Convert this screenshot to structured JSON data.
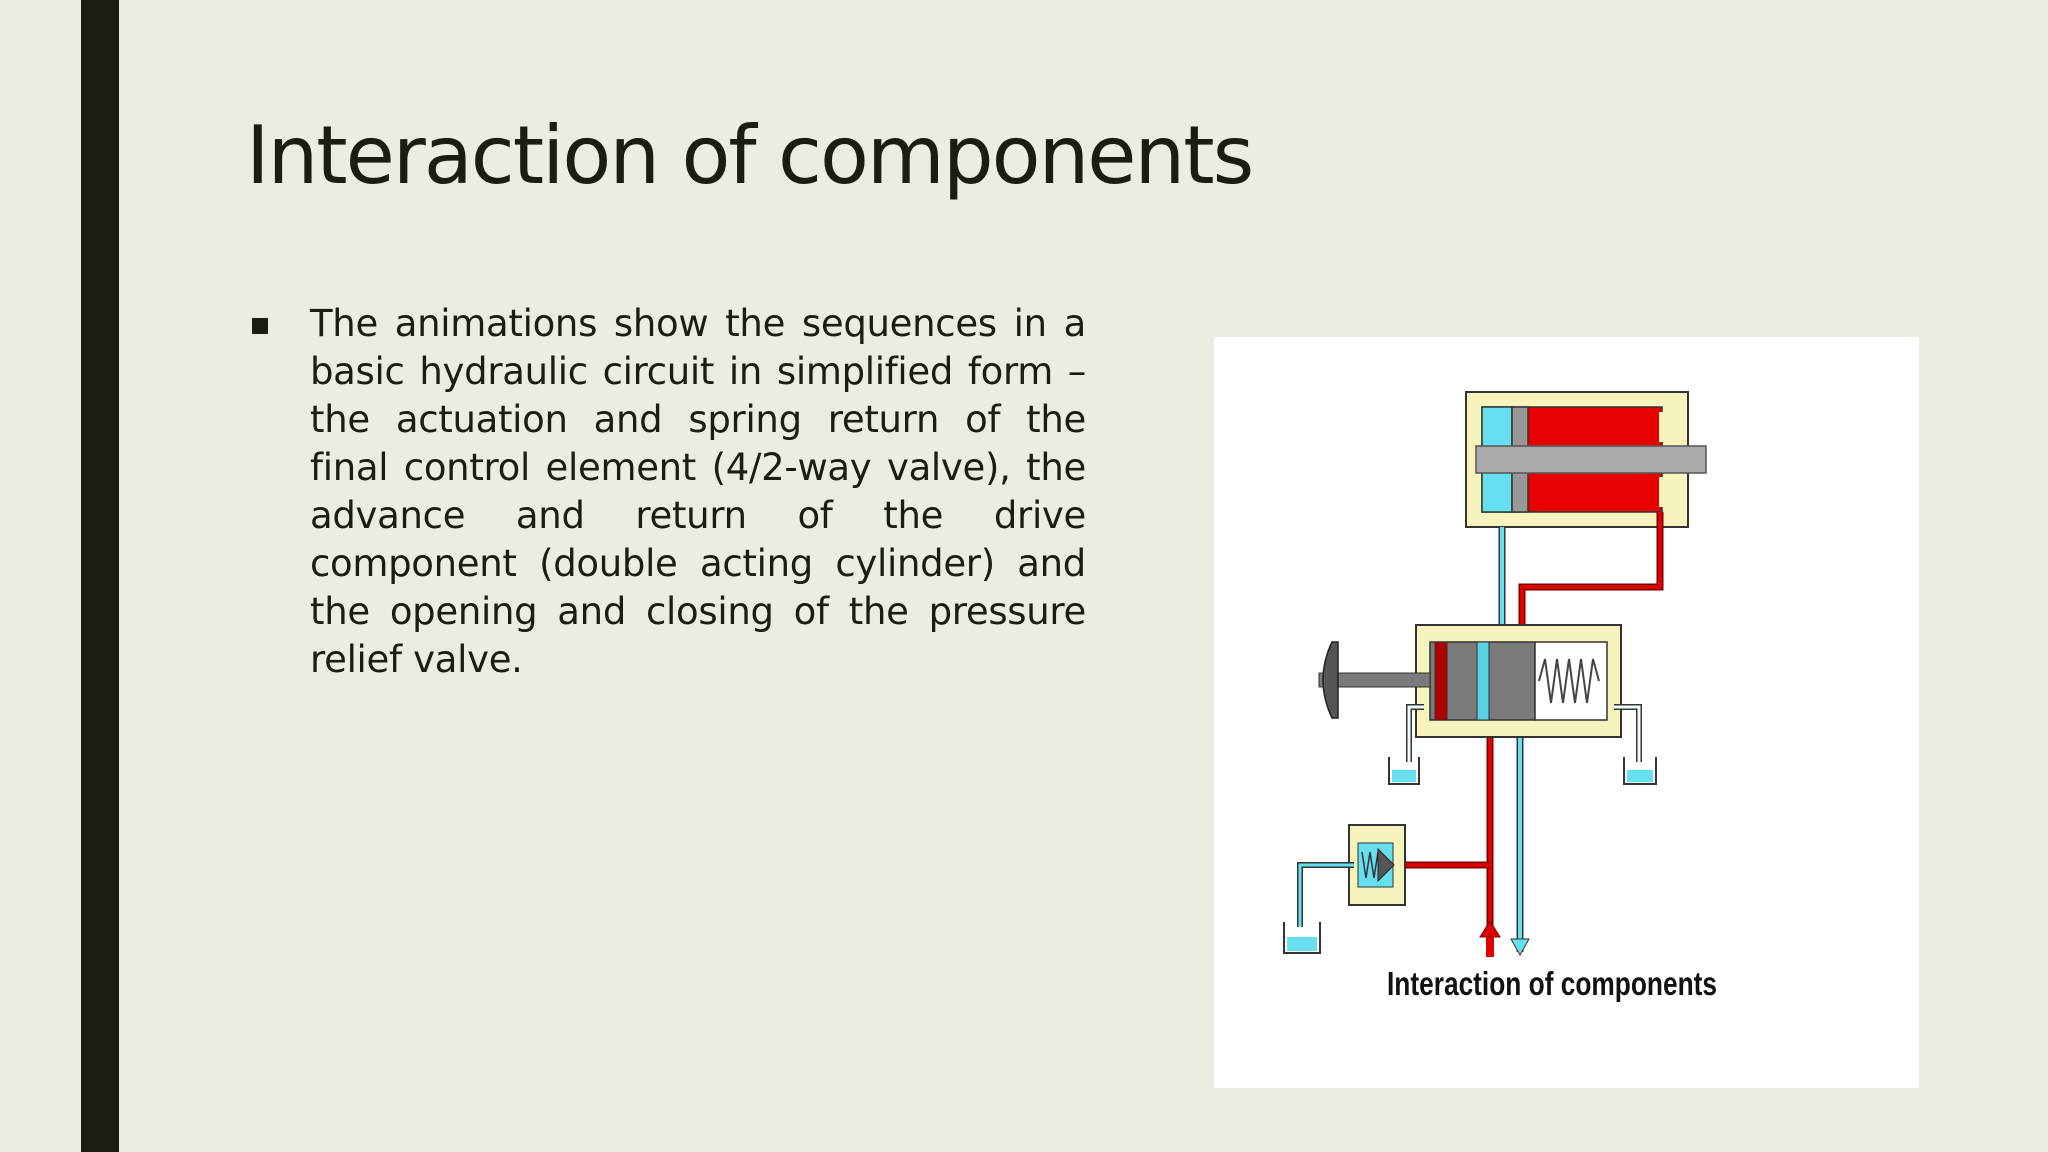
{
  "slide": {
    "title": "Interaction of components",
    "bullets": [
      {
        "text": "The animations show the sequences in a basic hydraulic circuit in simplified form – the actuation and spring return of the final control element (4/2-way valve), the advance and return of the drive component (double acting cylinder) and the opening and closing of the pressure relief valve."
      }
    ],
    "figure": {
      "caption": "Interaction of components"
    }
  },
  "colors": {
    "background": "#edece3",
    "accent_bar": "#1e1c12",
    "text": "#1e1c12",
    "pressure_line": "#c80000",
    "return_line": "#55d0e0",
    "housing": "#f6f3bd"
  }
}
